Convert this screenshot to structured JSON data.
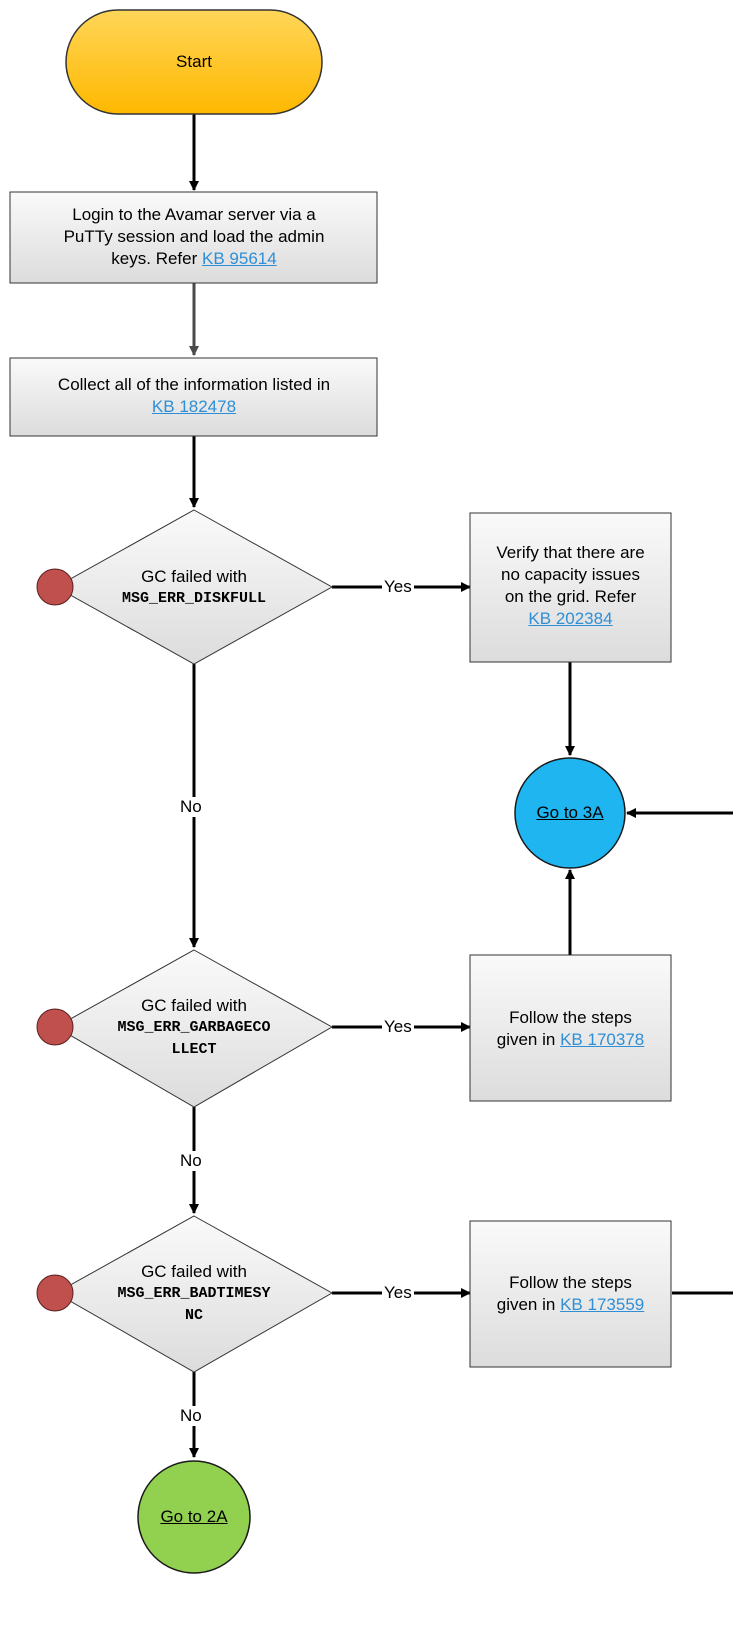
{
  "nodes": {
    "start": {
      "label": "Start"
    },
    "login": {
      "text": "Login to the Avamar server via a PuTTy session and load the admin keys. Refer",
      "link": "KB 95614",
      "line1": "Login to the Avamar server via a",
      "line2": "PuTTy session and load the admin",
      "line3": "keys. Refer"
    },
    "collect": {
      "line1": "Collect all of the information listed in",
      "link": "KB 182478"
    },
    "decision1": {
      "line1": "GC failed with",
      "code": "MSG_ERR_DISKFULL"
    },
    "verify": {
      "line1": "Verify that there are",
      "line2": "no capacity issues",
      "line3": "on the grid. Refer",
      "link": "KB 202384"
    },
    "goto3a": {
      "label": "Go to 3A"
    },
    "decision2": {
      "line1": "GC failed with",
      "code1": "MSG_ERR_GARBAGECO",
      "code2": "LLECT"
    },
    "follow1": {
      "line1": "Follow the steps",
      "prefix": "given in",
      "link": "KB 170378"
    },
    "decision3": {
      "line1": "GC failed with",
      "code1": "MSG_ERR_BADTIMESY",
      "code2": "NC"
    },
    "follow2": {
      "line1": "Follow the steps",
      "prefix": "given in",
      "link": "KB 173559"
    },
    "goto2a": {
      "label": "Go to 2A"
    }
  },
  "edges": {
    "yes1": "Yes",
    "no1": "No",
    "yes2": "Yes",
    "no2": "No",
    "yes3": "Yes",
    "no3": "No"
  },
  "colors": {
    "start_fill": "#ffc000",
    "goto3a_fill": "#1fb5f0",
    "goto2a_fill": "#92d050",
    "marker_fill": "#c0504d",
    "link": "#2e8fd6",
    "box_fill": "#e6e6e6"
  }
}
